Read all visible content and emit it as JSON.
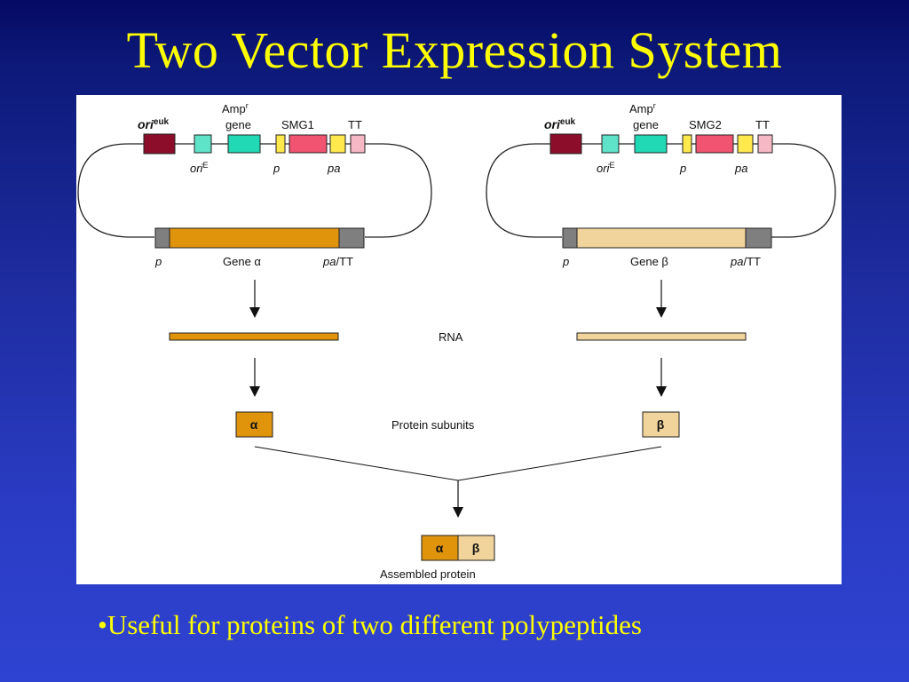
{
  "slide": {
    "title": "Two Vector Expression System",
    "bullet": "•Useful for proteins of two different polypeptides"
  },
  "diagram": {
    "vectors": [
      {
        "ori_euk": "ori",
        "ori_euk_sup": "euk",
        "amp_line1": "Amp",
        "amp_sup": "r",
        "amp_line2": "gene",
        "marker": "SMG1",
        "tt": "TT",
        "ori_e": "ori",
        "ori_e_sup": "E",
        "p_small": "p",
        "pa_small": "pa",
        "p_big": "p",
        "gene": "Gene α",
        "pa_big": "pa",
        "tt_big": "/TT"
      },
      {
        "ori_euk": "ori",
        "ori_euk_sup": "euk",
        "amp_line1": "Amp",
        "amp_sup": "r",
        "amp_line2": "gene",
        "marker": "SMG2",
        "tt": "TT",
        "ori_e": "ori",
        "ori_e_sup": "E",
        "p_small": "p",
        "pa_small": "pa",
        "p_big": "p",
        "gene": "Gene β",
        "pa_big": "pa",
        "tt_big": "/TT"
      }
    ],
    "rna_label": "RNA",
    "protein_subunits_label": "Protein subunits",
    "alpha": "α",
    "beta": "β",
    "assembled_label": "Assembled protein",
    "colors": {
      "ori_euk": "#8b0d2a",
      "ori_e": "#5fe3c8",
      "amp": "#22d9b6",
      "promoter": "#ffe94d",
      "marker": "#f05470",
      "tt": "#f7b8c6",
      "flank": "#7f7f7f",
      "gene_alpha": "#e0940c",
      "gene_beta": "#f1d49b"
    }
  }
}
